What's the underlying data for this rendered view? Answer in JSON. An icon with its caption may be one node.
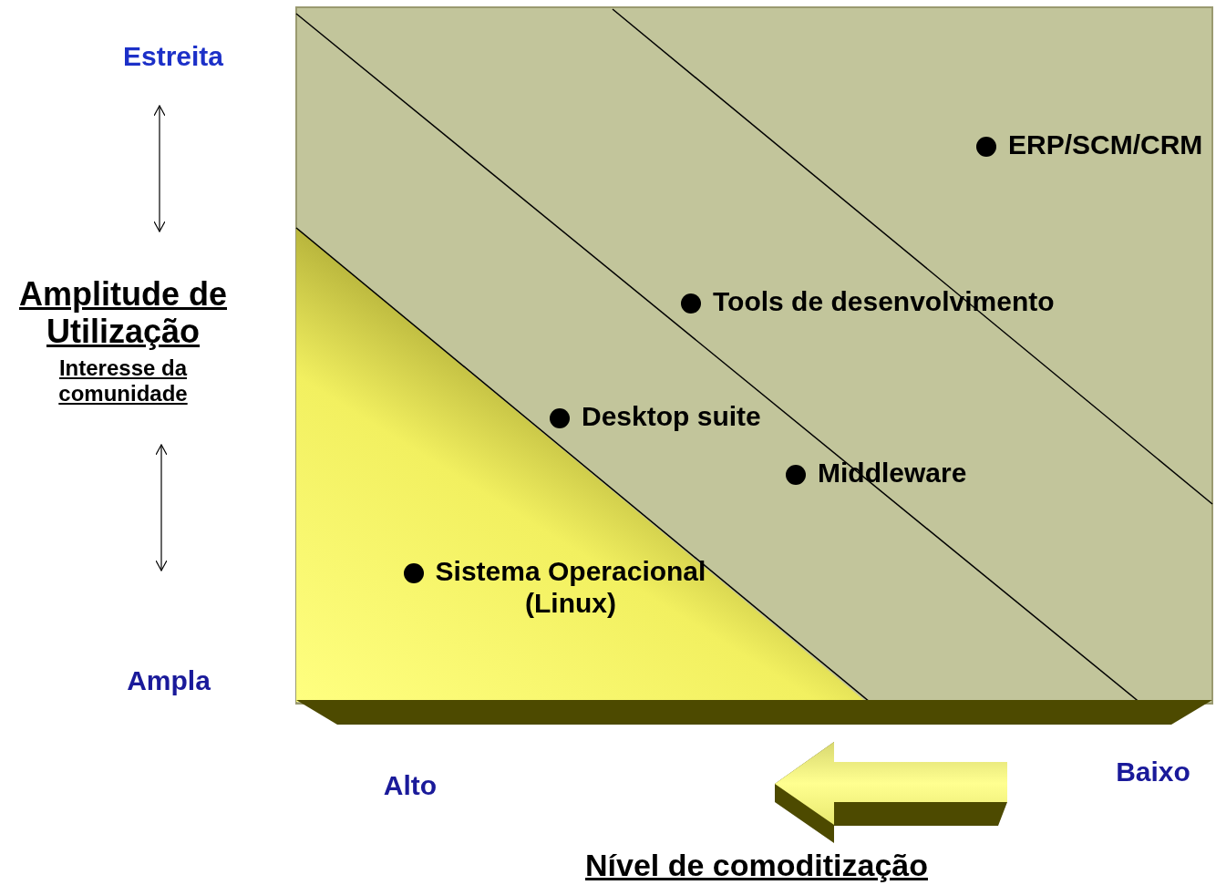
{
  "diagram": {
    "labels": [
      "Estreita",
      "ERP/SCM/CRM",
      "Amplitude de Utilização",
      "Tools de desenvolvimento",
      "Interesse da comunidade",
      "Desktop suite",
      "Middleware",
      "Sistema Operacional (Linux)",
      "Ampla",
      "Alto",
      "Baixo",
      "Nível de comoditização"
    ]
  }
}
